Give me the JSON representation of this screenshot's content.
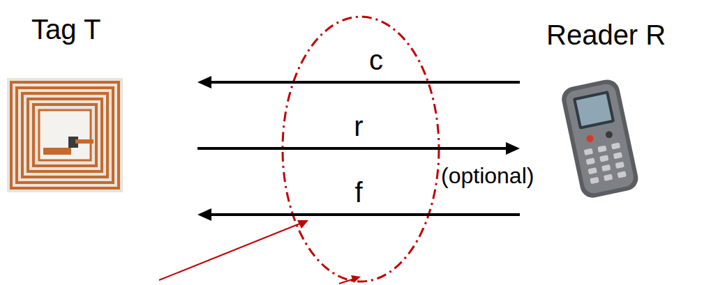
{
  "diagram": {
    "nodes": [
      {
        "text": [
          "Tag T"
        ]
      },
      {
        "text": [
          "Reader R"
        ]
      }
    ],
    "edges": [
      {
        "from": 1,
        "to": 0,
        "arrow": "to",
        "label": "c"
      },
      {
        "from": 0,
        "to": 1,
        "arrow": "to",
        "label": "r"
      },
      {
        "from": 1,
        "to": 0,
        "arrow": "to",
        "label": "f"
      }
    ],
    "labels": [
      "(optional)"
    ]
  }
}
